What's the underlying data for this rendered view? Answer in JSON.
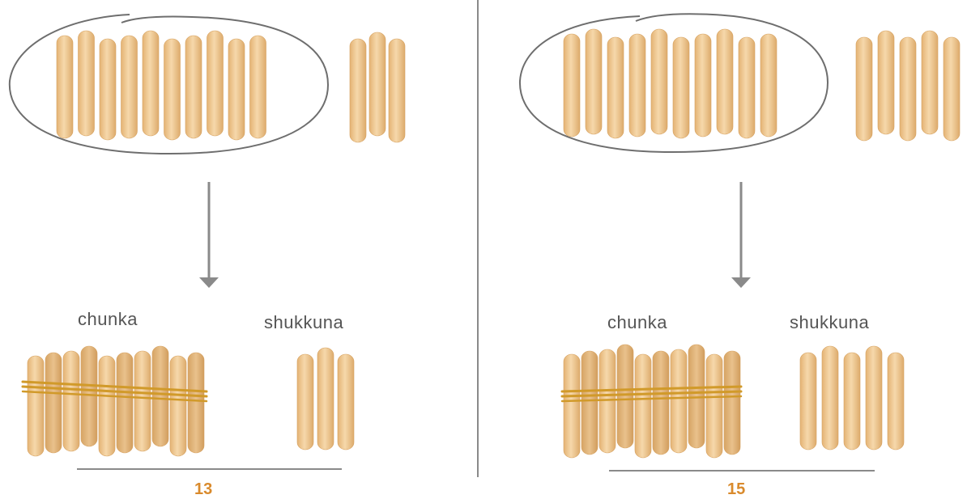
{
  "colors": {
    "stick_light": "#f4d3a3",
    "stick_mid": "#e8bb7f",
    "stick_dark": "#dba868",
    "rubber_band": "#d19a2a",
    "lines": "#7a7a7a",
    "total_text": "#d98a2c"
  },
  "panels": [
    {
      "bundle_label": "chunka",
      "ones_label": "shukkuna",
      "total": "13",
      "grouped_sticks": 10,
      "loose_sticks": 3
    },
    {
      "bundle_label": "chunka",
      "ones_label": "shukkuna",
      "total": "15",
      "grouped_sticks": 10,
      "loose_sticks": 5
    }
  ]
}
